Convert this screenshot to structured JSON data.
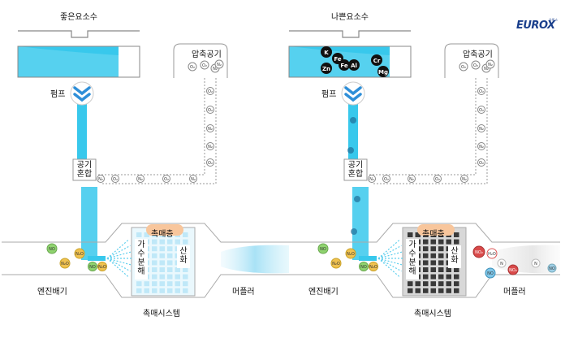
{
  "brand": {
    "logo": "EUROX",
    "logo_sub": "유록스"
  },
  "left_panel": {
    "tank_label": "좋은요소수",
    "pump_label": "펌프",
    "air_label": "압축공기",
    "mix_label_1": "공기",
    "mix_label_2": "혼합",
    "catalyst_label": "촉매층",
    "hydrolysis_label": "가수분해",
    "oxidation_label": "산화",
    "engine_label": "엔진배기",
    "system_label": "촉매시스템",
    "muffler_label": "머플러"
  },
  "right_panel": {
    "tank_label": "나쁜요소수",
    "pump_label": "펌프",
    "air_label": "압축공기",
    "mix_label_1": "공기",
    "mix_label_2": "혼합",
    "catalyst_label": "촉매층",
    "hydrolysis_label": "가수분해",
    "oxidation_label": "산화",
    "engine_label": "엔진배기",
    "system_label": "촉매시스템",
    "muffler_label": "머플러",
    "contaminants": [
      "K",
      "Fe",
      "Zn",
      "Fe",
      "Al",
      "Cr",
      "Mg"
    ]
  },
  "molecules": {
    "o2": "O₂",
    "n2": "N₂",
    "no": "NO",
    "n2o": "N₂O",
    "no2": "NO₂",
    "n": "N",
    "h2o": "H₂O"
  },
  "colors": {
    "urea_good": "#38c8ec",
    "urea_light": "#c9eef9",
    "pump": "#2f8fd8",
    "catalyst_clean": "#bfe8f8",
    "catalyst_dirty": "#3a3a3a",
    "catalyst_tag": "#f8c69c",
    "no_mol": "#8fd36f",
    "n2o_mol": "#f0c250",
    "no2_mol": "#d94a4a"
  }
}
